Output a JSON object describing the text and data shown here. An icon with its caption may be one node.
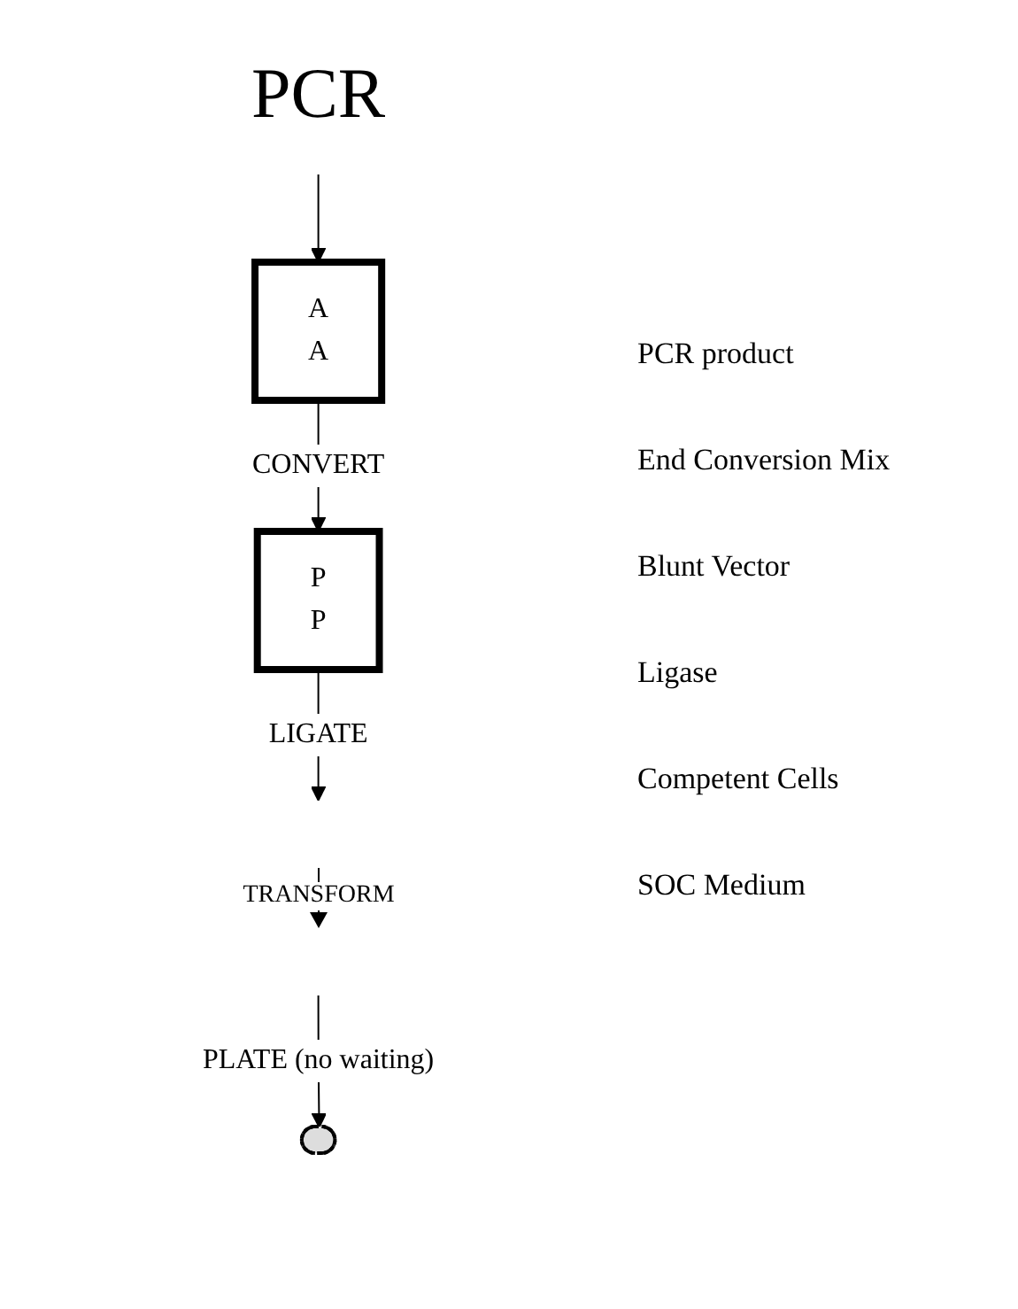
{
  "diagram": {
    "nodes": [
      {
        "text": [
          "PCR"
        ]
      },
      {
        "text": [
          "A",
          "A"
        ]
      },
      {
        "text": [
          "P",
          "P"
        ]
      },
      {
        "text": [],
        "shape": "ellipse"
      }
    ],
    "edges": [
      {
        "from": 0,
        "to": 1,
        "arrow": "to"
      },
      {
        "from": 1,
        "to": 2,
        "arrow": "to",
        "label": "CONVERT"
      },
      {
        "from": 2,
        "to": null,
        "arrow": "to",
        "label": "LIGATE"
      },
      {
        "from": null,
        "to": 3,
        "arrow": "to",
        "label": "PLATE (no waiting)"
      }
    ],
    "labels": [
      "PCR product",
      "End Conversion Mix",
      "Blunt Vector",
      "Ligase",
      "TRANSFORM",
      "Competent Cells",
      "SOC Medium"
    ]
  }
}
